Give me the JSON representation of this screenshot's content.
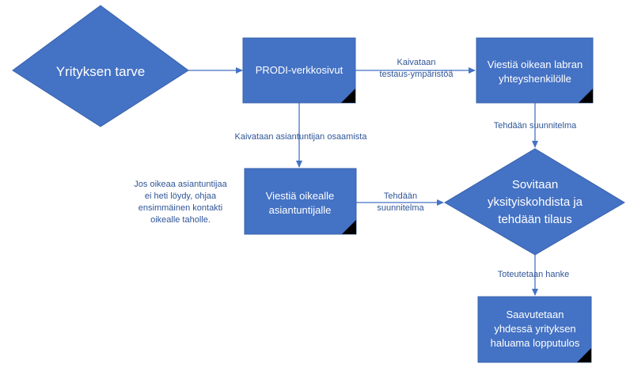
{
  "colors": {
    "node_fill": "#4472C4",
    "node_border": "#3A63AD",
    "corner_mark": "#000000",
    "arrow": "#4472C4",
    "text_label": "#2F5597"
  },
  "nodes": {
    "need": {
      "label": "Yrityksen tarve"
    },
    "prodi": {
      "label": "PRODI-verkkosivut"
    },
    "lab_contact": {
      "line1": "Viestiä oikean labran",
      "line2": "yhteyshenkilölle"
    },
    "expert": {
      "line1": "Viestiä oikealle",
      "line2": "asiantuntijalle"
    },
    "agree": {
      "line1": "Sovitaan",
      "line2": "yksityiskohdista ja",
      "line3": "tehdään tilaus"
    },
    "result": {
      "line1": "Saavutetaan",
      "line2": "yhdessä yrityksen",
      "line3": "haluama lopputulos"
    }
  },
  "edges": {
    "test_env": {
      "line1": "Kaivataan",
      "line2": "testaus-ympäristöä"
    },
    "expertise": {
      "label": "Kaivataan asiantuntijan osaamista"
    },
    "plan_top": {
      "label": "Tehdään suunnitelma"
    },
    "plan_left": {
      "line1": "Tehdään",
      "line2": "suunnitelma"
    },
    "implement": {
      "label": "Toteutetaan hanke"
    }
  },
  "note": {
    "line1": "Jos oikeaa asiantuntijaa",
    "line2": "ei heti löydy, ohjaa",
    "line3": "ensimmäinen kontakti",
    "line4": "oikealle taholle."
  }
}
